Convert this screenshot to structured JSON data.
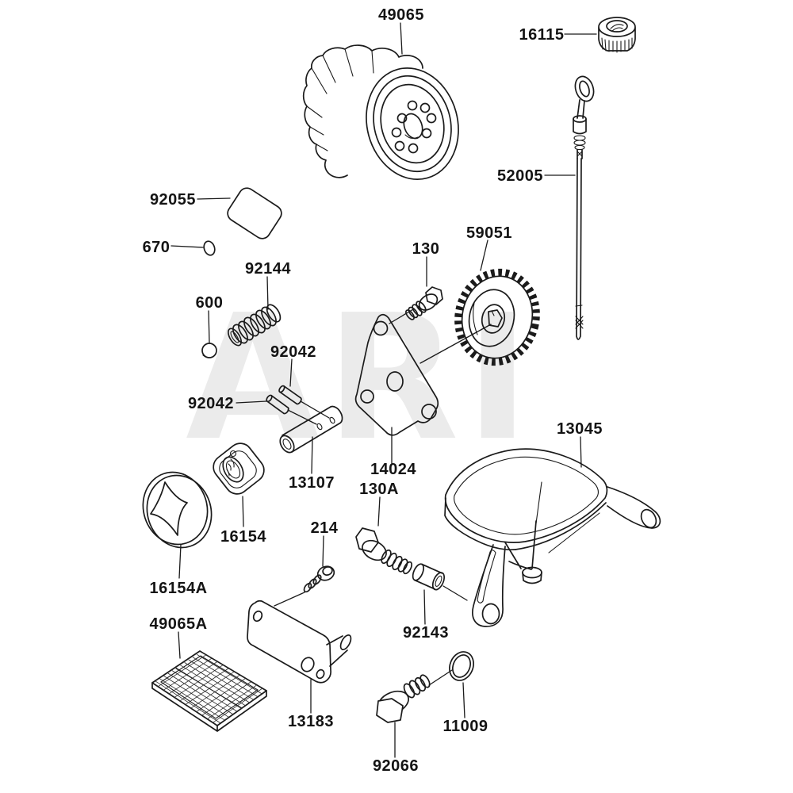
{
  "diagram": {
    "watermark": "ARI",
    "colors": {
      "background": "#ffffff",
      "line": "#1b1b1b",
      "label": "#141414",
      "watermark": "#ebebeb"
    },
    "parts": [
      {
        "ref": "49065",
        "name": "oil-filter"
      },
      {
        "ref": "16115",
        "name": "filler-cap"
      },
      {
        "ref": "52005",
        "name": "oil-level-gauge"
      },
      {
        "ref": "92055",
        "name": "gasket-plate"
      },
      {
        "ref": "670",
        "name": "o-ring"
      },
      {
        "ref": "92144",
        "name": "spring"
      },
      {
        "ref": "600",
        "name": "ball"
      },
      {
        "ref": "130",
        "name": "bolt"
      },
      {
        "ref": "59051",
        "name": "pump-gear"
      },
      {
        "ref": "92042",
        "name": "pin-upper"
      },
      {
        "ref": "92042",
        "name": "pin-lower"
      },
      {
        "ref": "13107",
        "name": "pump-shaft"
      },
      {
        "ref": "14024",
        "name": "pump-cover"
      },
      {
        "ref": "130A",
        "name": "flange-bolt"
      },
      {
        "ref": "214",
        "name": "screw"
      },
      {
        "ref": "16154",
        "name": "inner-rotor"
      },
      {
        "ref": "16154A",
        "name": "outer-rotor"
      },
      {
        "ref": "49065A",
        "name": "oil-screen"
      },
      {
        "ref": "13045",
        "name": "strainer-body"
      },
      {
        "ref": "92143",
        "name": "collar"
      },
      {
        "ref": "13183",
        "name": "plate"
      },
      {
        "ref": "92066",
        "name": "drain-plug"
      },
      {
        "ref": "11009",
        "name": "gasket-ring"
      }
    ]
  }
}
